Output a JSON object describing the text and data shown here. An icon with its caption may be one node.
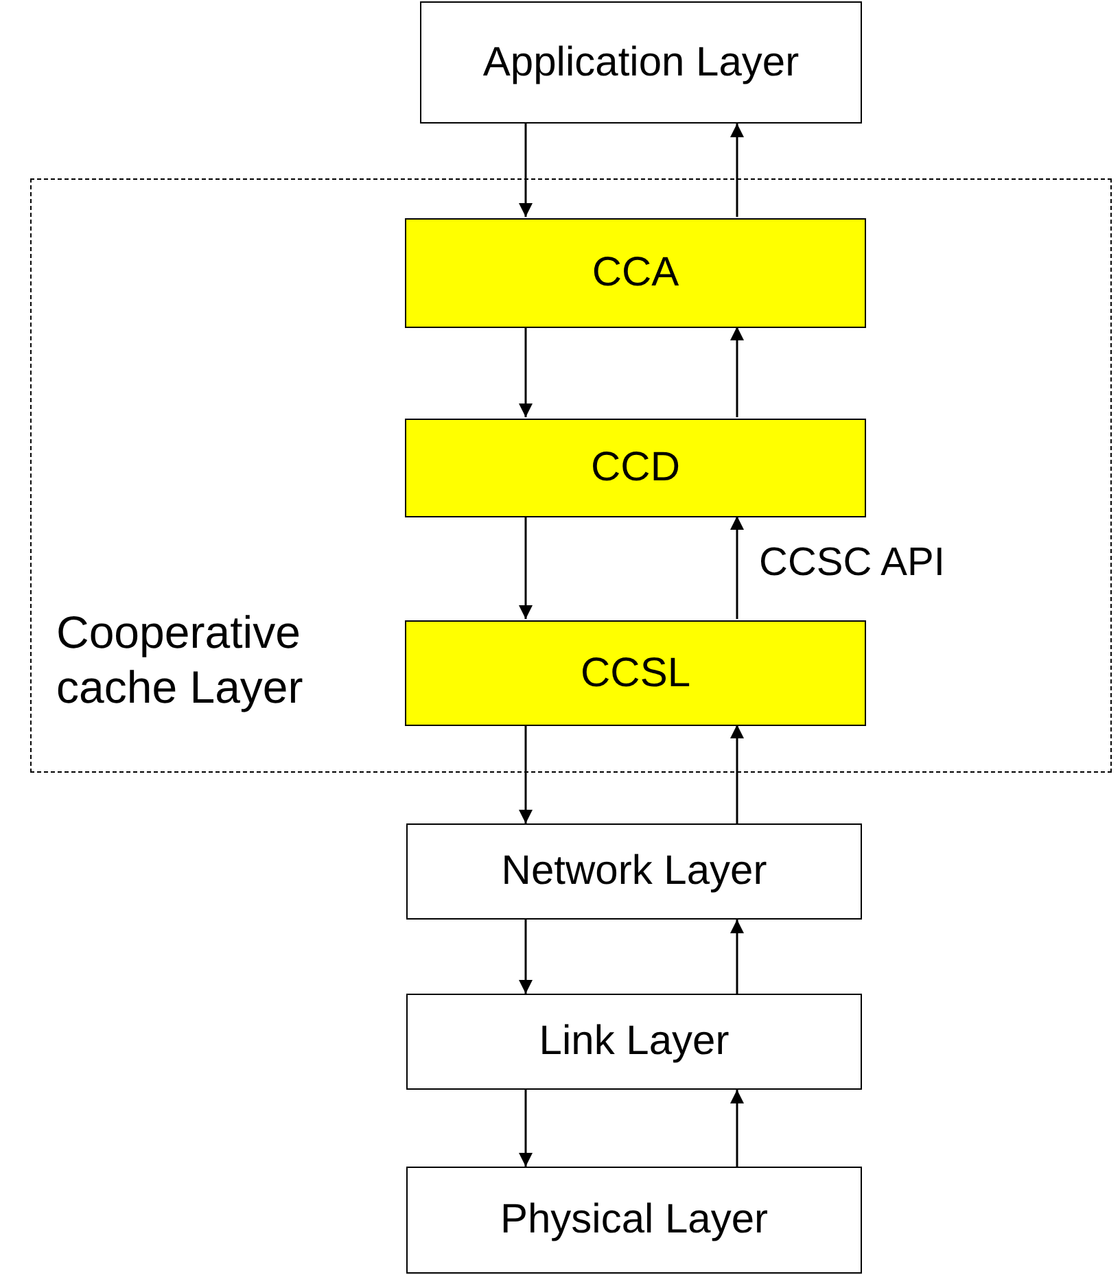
{
  "diagram": {
    "nodes": [
      {
        "text": [
          "Application Layer"
        ]
      },
      {
        "text": [
          "Cooperative cache Layer"
        ]
      },
      {
        "text": [
          "CCA"
        ],
        "in": 1
      },
      {
        "text": [
          "CCD"
        ],
        "in": 1
      },
      {
        "text": [
          "CCSL"
        ],
        "in": 1
      },
      {
        "text": [
          "Network Layer"
        ]
      },
      {
        "text": [
          "Link Layer"
        ]
      },
      {
        "text": [
          "Physical Layer"
        ]
      }
    ],
    "edges": [
      {
        "from": 0,
        "to": 2,
        "arrow": "to"
      },
      {
        "from": 2,
        "to": 0,
        "arrow": "to"
      },
      {
        "from": 2,
        "to": 3,
        "arrow": "to"
      },
      {
        "from": 3,
        "to": 2,
        "arrow": "to"
      },
      {
        "from": 3,
        "to": 4,
        "arrow": "to"
      },
      {
        "from": 4,
        "to": 3,
        "arrow": "to",
        "label": "CCSC API"
      },
      {
        "from": 4,
        "to": 5,
        "arrow": "to"
      },
      {
        "from": 5,
        "to": 4,
        "arrow": "to"
      },
      {
        "from": 5,
        "to": 6,
        "arrow": "to"
      },
      {
        "from": 6,
        "to": 5,
        "arrow": "to"
      },
      {
        "from": 6,
        "to": 7,
        "arrow": "to"
      },
      {
        "from": 7,
        "to": 6,
        "arrow": "to"
      }
    ]
  }
}
